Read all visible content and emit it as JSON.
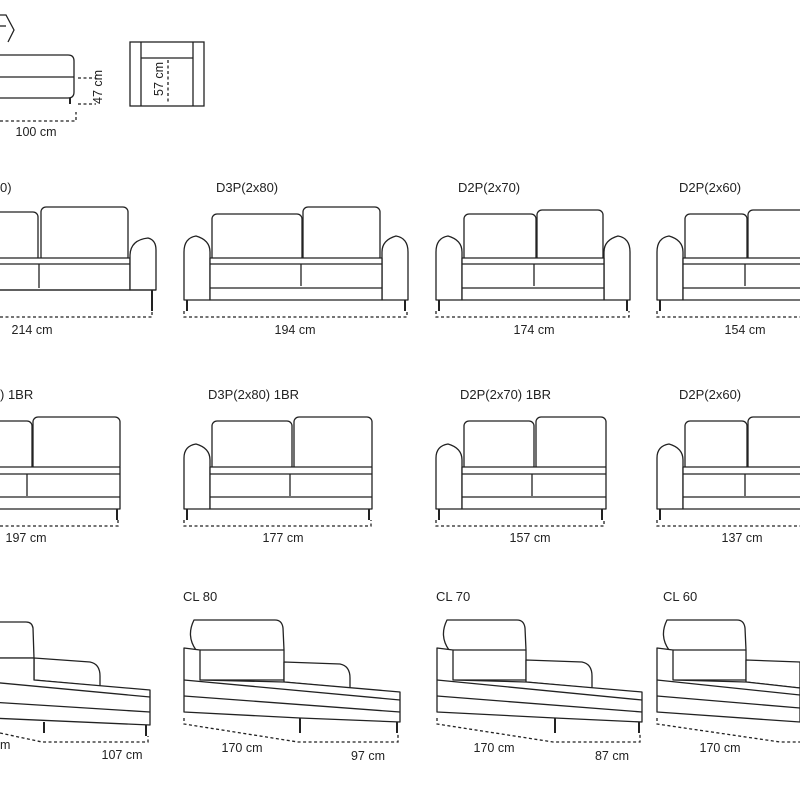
{
  "colors": {
    "stroke": "#222222",
    "background": "#ffffff"
  },
  "top_views": {
    "seat_depth": "100 cm",
    "seat_height": "47 cm",
    "armchair_width": "57 cm"
  },
  "rows": [
    {
      "kind": "sofa",
      "items": [
        {
          "label": "0)",
          "width": "214 cm"
        },
        {
          "label": "D3P(2x80)",
          "width": "194 cm"
        },
        {
          "label": "D2P(2x70)",
          "width": "174 cm"
        },
        {
          "label": "D2P(2x60)",
          "width": "154 cm"
        }
      ]
    },
    {
      "kind": "sofa-1br",
      "items": [
        {
          "label": ") 1BR",
          "width": "197 cm"
        },
        {
          "label": "D3P(2x80) 1BR",
          "width": "177 cm"
        },
        {
          "label": "D2P(2x70) 1BR",
          "width": "157 cm"
        },
        {
          "label": "D2P(2x60)",
          "width": "137 cm"
        }
      ]
    },
    {
      "kind": "chaise",
      "items": [
        {
          "label": "",
          "depth": "m",
          "length": "107 cm"
        },
        {
          "label": "CL 80",
          "depth": "170 cm",
          "length": "97 cm"
        },
        {
          "label": "CL 70",
          "depth": "170 cm",
          "length": "87 cm"
        },
        {
          "label": "CL 60",
          "depth": "170 cm",
          "length": ""
        }
      ]
    }
  ]
}
